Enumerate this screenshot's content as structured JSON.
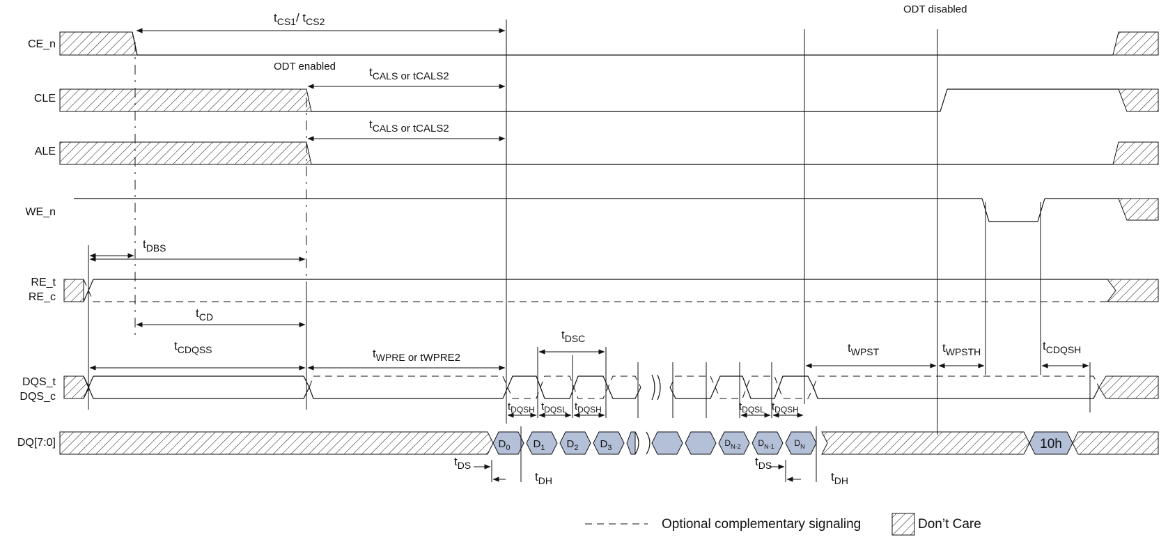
{
  "signals": {
    "ce_n": "CE_n",
    "cle": "CLE",
    "ale": "ALE",
    "we_n": "WE_n",
    "re_t": "RE_t",
    "re_c": "RE_c",
    "dqs_t": "DQS_t",
    "dqs_c": "DQS_c",
    "dq": "DQ[7:0]"
  },
  "notes": {
    "odt_enabled": "ODT enabled",
    "odt_disabled": "ODT disabled"
  },
  "timing": {
    "tcs": {
      "main": "CS1",
      "mid": "/ ",
      "second": "CS2"
    },
    "tcals_cle": {
      "sub": "CALS",
      "suffix": " or tCALS2"
    },
    "tcals_ale": {
      "sub": "CALS",
      "suffix": " or tCALS2"
    },
    "tdbs": {
      "sub": "DBS"
    },
    "tcd": {
      "sub": "CD"
    },
    "tcdqss": {
      "sub": "CDQSS"
    },
    "twpre": {
      "sub": "WPRE",
      "suffix": " or tWPRE2"
    },
    "tdsc": {
      "sub": "DSC"
    },
    "twpst": {
      "sub": "WPST"
    },
    "twpsth": {
      "sub": "WPSTH"
    },
    "tcdqsh": {
      "sub": "CDQSH"
    },
    "tdqsh_1": {
      "sub": "DQSH"
    },
    "tdqsl_1": {
      "sub": "DQSL"
    },
    "tdqsh_2": {
      "sub": "DQSH"
    },
    "tdqsl_2": {
      "sub": "DQSL"
    },
    "tdqsh_3": {
      "sub": "DQSH"
    },
    "tds_1": {
      "sub": "DS"
    },
    "tdh_1": {
      "sub": "DH"
    },
    "tds_2": {
      "sub": "DS"
    },
    "tdh_2": {
      "sub": "DH"
    },
    "t_letter": "t"
  },
  "data_cells": {
    "d0": {
      "main": "D",
      "sub": "0"
    },
    "d1": {
      "main": "D",
      "sub": "1"
    },
    "d2": {
      "main": "D",
      "sub": "2"
    },
    "d3": {
      "main": "D",
      "sub": "3"
    },
    "dn2": {
      "main": "D",
      "sub": "N-2"
    },
    "dn1": {
      "main": "D",
      "sub": "N-1"
    },
    "dn": {
      "main": "D",
      "sub": "N"
    },
    "cmd": "10h"
  },
  "legend": {
    "optional": "Optional complementary signaling",
    "dont_care": "Don’t Care"
  },
  "colors": {
    "data_fill": "#b4bfd8",
    "line": "#111111",
    "background": "#ffffff"
  }
}
